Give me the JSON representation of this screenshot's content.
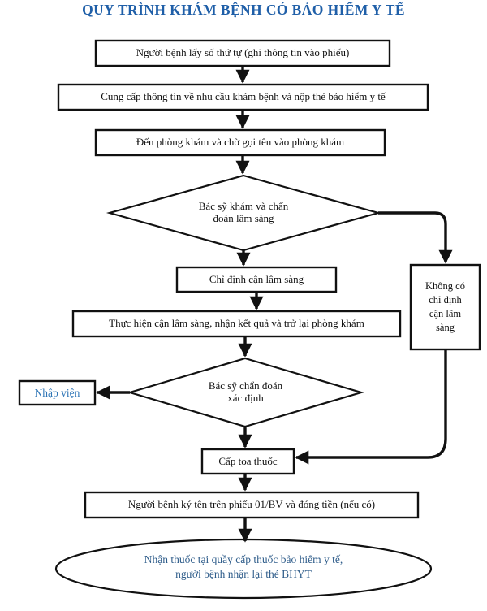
{
  "title": "QUY TRÌNH KHÁM BỆNH CÓ BẢO HIỂM Y TẾ",
  "colors": {
    "title_blue": "#1F5FA8",
    "node_blue": "#2E75B6",
    "ellipse_blue": "#2E5C8A",
    "stroke": "#111111",
    "background": "#FFFFFF"
  },
  "chart_data": {
    "type": "diagram",
    "diagram_kind": "flowchart",
    "title": "QUY TRÌNH KHÁM BỆNH CÓ BẢO HIỂM Y TẾ",
    "orientation": "top-to-bottom",
    "nodes": [
      {
        "id": "n1",
        "shape": "rectangle",
        "label": "Người bệnh lấy số thứ tự (ghi thông tin vào phiếu)"
      },
      {
        "id": "n2",
        "shape": "rectangle",
        "label": "Cung cấp thông tin về nhu cầu khám bệnh và nộp thẻ bảo hiểm y tế"
      },
      {
        "id": "n3",
        "shape": "rectangle",
        "label": "Đến phòng khám và chờ gọi tên vào phòng khám"
      },
      {
        "id": "n4",
        "shape": "diamond",
        "label": "Bác sỹ khám và chẩn đoán lâm sàng",
        "lines": [
          "Bác sỹ khám và chẩn",
          "đoán lâm sàng"
        ]
      },
      {
        "id": "n5",
        "shape": "rectangle",
        "label": "Chỉ định cận lâm sàng"
      },
      {
        "id": "n6",
        "shape": "rectangle",
        "label": "Thực hiện cận lâm sàng, nhận kết quả và trở lại phòng khám"
      },
      {
        "id": "n7",
        "shape": "rectangle",
        "label": "Không có chỉ định cận lâm sàng",
        "lines": [
          "Không có",
          "chỉ định",
          "cận lâm",
          "sàng"
        ]
      },
      {
        "id": "n8",
        "shape": "diamond",
        "label": "Bác sỹ chẩn đoán xác định",
        "lines": [
          "Bác sỹ chẩn đoán",
          "xác định"
        ]
      },
      {
        "id": "n9",
        "shape": "rectangle",
        "label": "Nhập viện"
      },
      {
        "id": "n10",
        "shape": "rectangle",
        "label": "Cấp toa thuốc"
      },
      {
        "id": "n11",
        "shape": "rectangle",
        "label": "Người bệnh ký tên trên phiếu 01/BV và đóng tiền (nếu có)"
      },
      {
        "id": "n12",
        "shape": "ellipse",
        "label": "Nhận thuốc tại quầy cấp thuốc bảo hiểm y tế, người bệnh nhận lại thẻ BHYT",
        "lines": [
          "Nhận thuốc tại quầy cấp thuốc bảo hiểm y tế,",
          "người bệnh nhận lại thẻ BHYT"
        ]
      }
    ],
    "edges": [
      {
        "from": "n1",
        "to": "n2",
        "style": "straight-down"
      },
      {
        "from": "n2",
        "to": "n3",
        "style": "straight-down"
      },
      {
        "from": "n3",
        "to": "n4",
        "style": "straight-down"
      },
      {
        "from": "n4",
        "to": "n5",
        "style": "straight-down"
      },
      {
        "from": "n4",
        "to": "n7",
        "style": "elbow-right-down"
      },
      {
        "from": "n5",
        "to": "n6",
        "style": "straight-down"
      },
      {
        "from": "n6",
        "to": "n8",
        "style": "straight-down"
      },
      {
        "from": "n8",
        "to": "n9",
        "style": "straight-left"
      },
      {
        "from": "n8",
        "to": "n10",
        "style": "straight-down"
      },
      {
        "from": "n7",
        "to": "n10",
        "style": "elbow-down-left"
      },
      {
        "from": "n10",
        "to": "n11",
        "style": "straight-down"
      },
      {
        "from": "n11",
        "to": "n12",
        "style": "straight-down"
      }
    ]
  }
}
